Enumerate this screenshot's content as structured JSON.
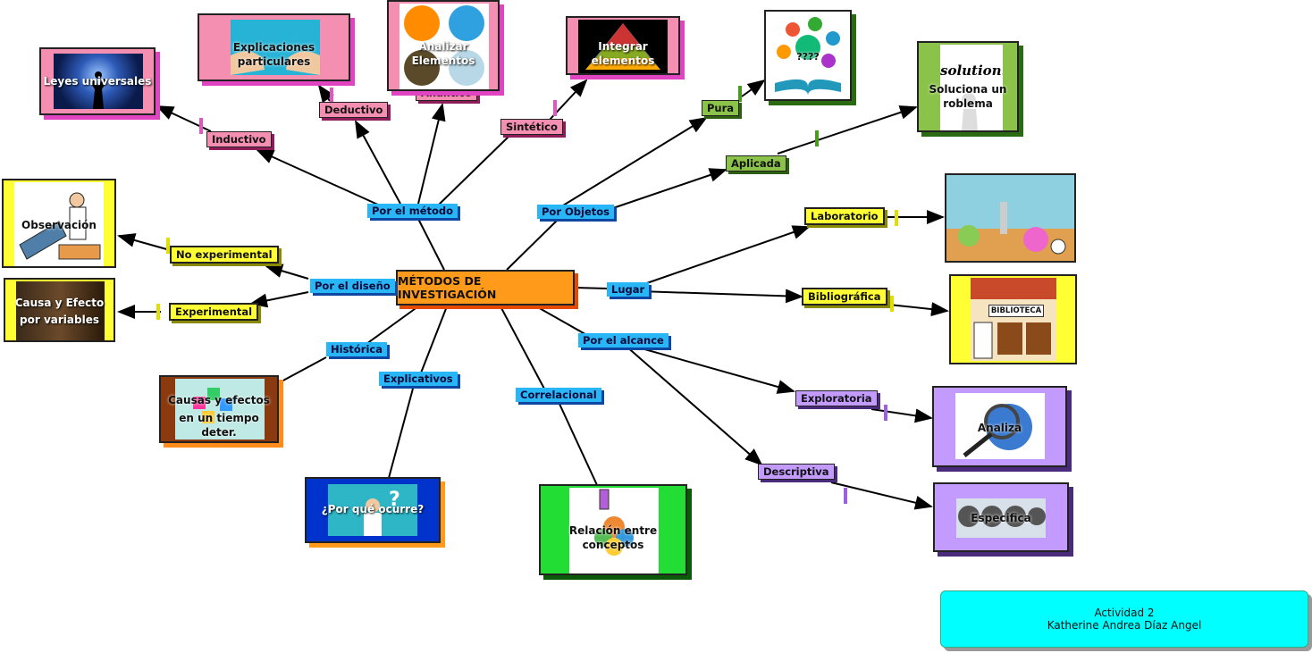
{
  "central": "MÉTODOS DE INVESTIGACIÓN",
  "branches": {
    "por_el_metodo": "Por el método",
    "por_objetos": "Por Objetos",
    "por_el_diseno": "Por el diseño",
    "lugar": "Lugar",
    "por_el_alcance": "Por el alcance",
    "historica": "Histórica",
    "explicativos": "Explicativos",
    "correlacional": "Correlacional"
  },
  "method_types": {
    "inductivo": "Inductivo",
    "deductivo": "Deductivo",
    "analitico": "Analítico",
    "sintetico": "Sintético"
  },
  "object_types": {
    "pura": "Pura",
    "aplicada": "Aplicada"
  },
  "design_types": {
    "no_experimental": "No experimental",
    "experimental": "Experimental"
  },
  "place_types": {
    "laboratorio": "Laboratorio",
    "bibliografica": "Bibliográfica"
  },
  "scope_types": {
    "exploratoria": "Exploratoria",
    "descriptiva": "Descriptiva"
  },
  "cards": {
    "leyes": "Leyes universales",
    "explicaciones": "Explicaciones particulares",
    "analizar": "Analizar Elementos",
    "integrar": "Integrar elementos",
    "pura_img": "????",
    "soluciona": "Soluciona un roblema",
    "solution_word": "solution!",
    "observacion": "Observación",
    "causa_efecto_1": "Causa y Efecto",
    "causa_efecto_2": "por variables",
    "causas_1": "Causas y efectos",
    "causas_2": "en un tiempo deter.",
    "porque": "¿Por qué ocurre?",
    "relacion": "Relación entre conceptos",
    "biblioteca": "BIBLIOTECA",
    "analiza": "Analiza",
    "especifica": "Especifica"
  },
  "footer": {
    "line1": "Actividad 2",
    "line2": "Katherine Andrea Díaz Angel"
  }
}
